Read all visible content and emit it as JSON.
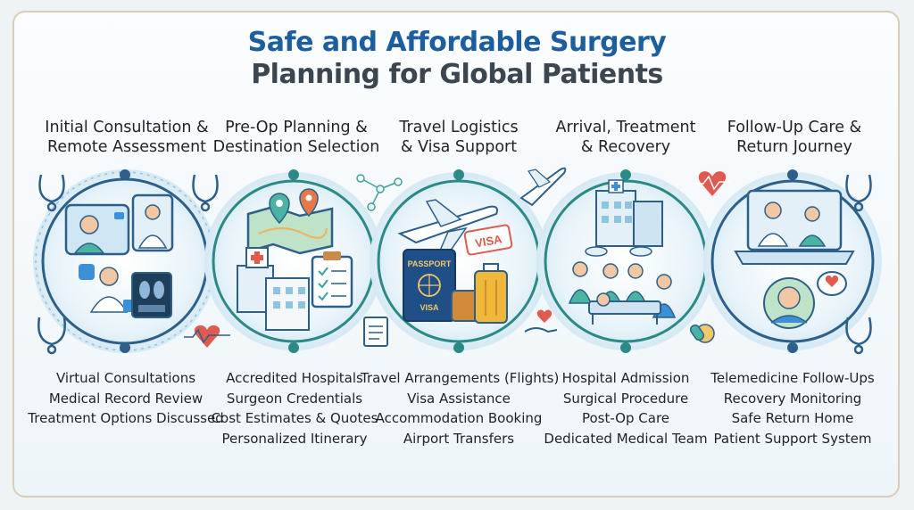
{
  "title": {
    "line1": "Safe and Affordable Surgery",
    "line2": "Planning for Global Patients"
  },
  "colors": {
    "title_blue": "#1d5f9e",
    "title_gray": "#3b4650",
    "arrow_blue": "#3d8fd6",
    "arrow_teal": "#3aa3a0",
    "ring_blue": "#2c5f8a",
    "accent_red": "#e05a4f"
  },
  "steps": [
    {
      "title_line1": "Initial Consultation &",
      "title_line2": "Remote Assessment",
      "features": [
        "Virtual Consultations",
        "Medical Record Review",
        "Treatment Options Discussed"
      ],
      "icons": [
        "stethoscope-icon",
        "video-call-icon",
        "doctor-icon",
        "x-ray-icon",
        "phone-icon"
      ]
    },
    {
      "title_line1": "Pre-Op Planning &",
      "title_line2": "Destination Selection",
      "features": [
        "Accredited Hospitals",
        "Surgeon Credentials",
        "Cost Estimates & Quotes",
        "Personalized Itinerary"
      ],
      "icons": [
        "map-icon",
        "location-pin-icon",
        "hospital-icon",
        "clipboard-icon"
      ]
    },
    {
      "title_line1": "Travel Logistics",
      "title_line2": "& Visa Support",
      "features": [
        "Travel Arrangements (Flights)",
        "Visa Assistance",
        "Accommodation Booking",
        "Airport Transfers"
      ],
      "icons": [
        "airplane-icon",
        "passport-icon",
        "visa-stamp-icon",
        "luggage-icon"
      ],
      "passport_label": "PASSPORT",
      "passport_sub": "VISA",
      "visa_label": "VISA"
    },
    {
      "title_line1": "Arrival, Treatment",
      "title_line2": "& Recovery",
      "features": [
        "Hospital Admission",
        "Surgical Procedure",
        "Post-Op Care",
        "Dedicated Medical Team"
      ],
      "icons": [
        "hospital-building-icon",
        "surgical-team-icon",
        "hospital-bed-icon",
        "nurse-icon"
      ]
    },
    {
      "title_line1": "Follow-Up Care &",
      "title_line2": "Return Journey",
      "features": [
        "Telemedicine Follow-Ups",
        "Recovery Monitoring",
        "Safe Return Home",
        "Patient Support System"
      ],
      "icons": [
        "laptop-icon",
        "doctor-icon",
        "patient-icon",
        "heart-bubble-icon"
      ]
    }
  ]
}
